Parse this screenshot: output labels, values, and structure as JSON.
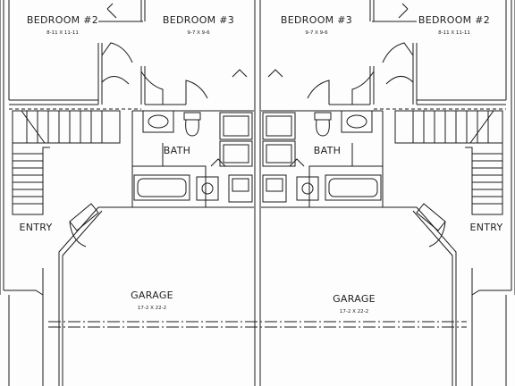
{
  "rooms": {
    "bedroom2_left": {
      "name": "BEDROOM #2",
      "dims": "8-11 X 11-11"
    },
    "bedroom3_left": {
      "name": "BEDROOM #3",
      "dims": "9-7 X 9-6"
    },
    "bedroom3_right": {
      "name": "BEDROOM #3",
      "dims": "9-7 X 9-6"
    },
    "bedroom2_right": {
      "name": "BEDROOM #2",
      "dims": "8-11 X 11-11"
    },
    "bath_left": {
      "name": "BATH"
    },
    "bath_right": {
      "name": "BATH"
    },
    "entry_left": {
      "name": "ENTRY"
    },
    "entry_right": {
      "name": "ENTRY"
    },
    "garage_left": {
      "name": "GARAGE",
      "dims": "17-2 X 22-2"
    },
    "garage_right": {
      "name": "GARAGE",
      "dims": "17-2 X 22-2"
    }
  },
  "colors": {
    "line": "#1a1a1a",
    "paper": "#fdfdfd",
    "text": "#222222"
  }
}
